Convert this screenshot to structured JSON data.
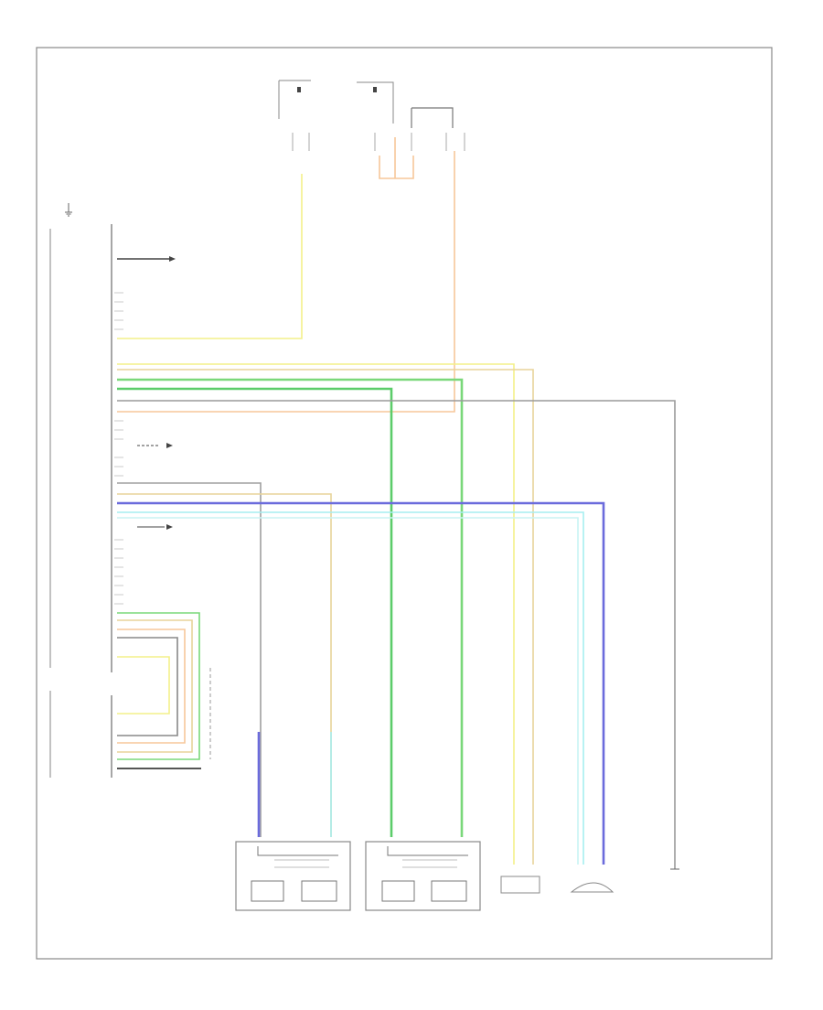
{
  "page": {
    "footer_code": "",
    "top_left_label": "",
    "module_name": "",
    "module_note": ""
  },
  "wire_colors": {
    "yellow": "#f4f08a",
    "orange": "#f7c79a",
    "green": "#7ad87a",
    "light_green": "#a8e8a0",
    "blue": "#6b6bdc",
    "cyan": "#a6eef0",
    "tan": "#e8d49a",
    "gray": "#9a9a9a",
    "black": "#555555"
  },
  "module_pins": [],
  "bottom_components": [
    {
      "name": "left-front-door-speaker",
      "label": ""
    },
    {
      "name": "right-front-door-speaker",
      "label": ""
    },
    {
      "name": "left-rear-speaker",
      "label": ""
    },
    {
      "name": "right-rear-speaker",
      "label": ""
    }
  ]
}
